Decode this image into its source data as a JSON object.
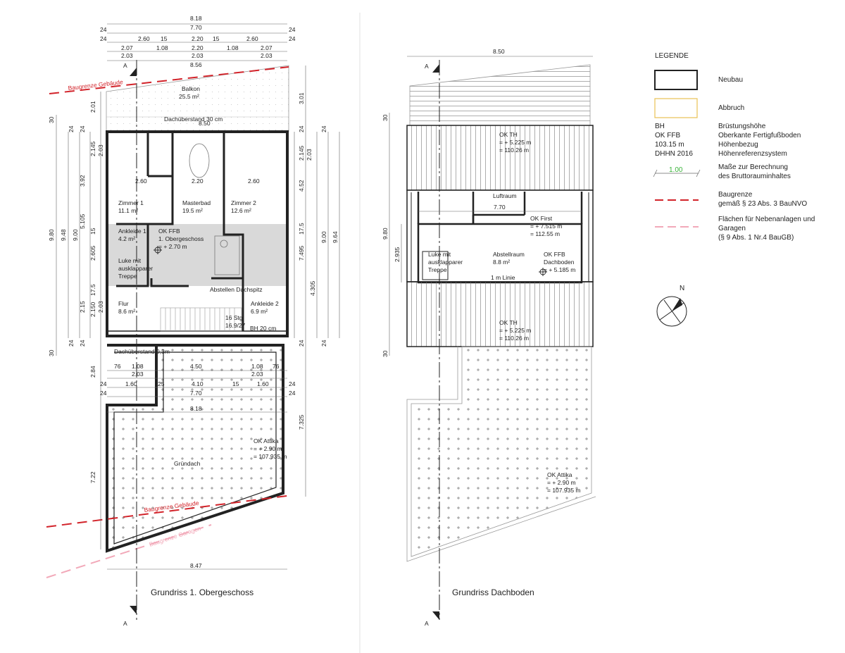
{
  "legend": {
    "title": "LEGENDE",
    "neubau": "Neubau",
    "abbruch": "Abbruch",
    "bh_abbr": "BH",
    "bh_text": "Brüstungshöhe",
    "okffb_abbr": "OK FFB",
    "okffb_text": "Oberkante Fertigfußboden",
    "ref_height": "103.15 m",
    "ref_height_text": "Höhenbezug",
    "dhhn": "DHHN 2016",
    "dhhn_text": "Höhenreferenzsystem",
    "bri_value": "1.00",
    "bri_text_1": "Maße zur Berechnung",
    "bri_text_2": "des Bruttorauminhaltes",
    "baugrenze_1": "Baugrenze",
    "baugrenze_2": "gemäß § 23 Abs. 3 BauNVO",
    "neben_1": "Flächen für Nebenanlagen und",
    "neben_2": "Garagen",
    "neben_3": "(§ 9 Abs. 1 Nr.4 BauGB)",
    "north": "N",
    "colors": {
      "baugrenze": "#d2232a",
      "nebenanlagen": "#f2a9b9",
      "abbruch": "#e8c254",
      "bri": "#3bb43b"
    }
  },
  "section_marker": "A",
  "plan1": {
    "title": "Grundriss 1. Obergeschoss",
    "dims_top": [
      "8.18",
      "7.70",
      "24",
      "24",
      "2.60",
      "15",
      "2.20",
      "15",
      "2.60",
      "24",
      "24",
      "2.07",
      "1.08",
      "2.20",
      "1.08",
      "2.07",
      "2.03",
      "2.03",
      "2.03",
      "8.56"
    ],
    "dims_left": [
      "2.01",
      "30",
      "24",
      "24",
      "2.145",
      "2.03",
      "3.92",
      "9.80",
      "9.48",
      "9.00",
      "5.105",
      "15",
      "2.605",
      "17.5",
      "2.15",
      "2.150",
      "2.03",
      "24",
      "24",
      "30",
      "2.84",
      "7.22"
    ],
    "dims_right": [
      "3.01",
      "24",
      "24",
      "2.145",
      "2.03",
      "4.52",
      "17.5",
      "9.00",
      "9.64",
      "7.495",
      "4.305",
      "24",
      "24",
      "7.325"
    ],
    "dims_mid": [
      "76",
      "1.08",
      "4.50",
      "1.08",
      "76",
      "2.03",
      "2.03",
      "24",
      "1.60",
      "25",
      "4.10",
      "15",
      "1.60",
      "24",
      "24",
      "7.70",
      "24",
      "8.18",
      "8.47"
    ],
    "inner_dims": [
      "8.50",
      "2.60",
      "2.20",
      "2.60"
    ],
    "rooms": {
      "balkon": "Balkon",
      "balkon_area": "25.5 m²",
      "dachueberstand": "Dachüberstand 30 cm",
      "zimmer1": "Zimmer 1",
      "zimmer1_area": "11.1 m²",
      "masterbad": "Masterbad",
      "masterbad_area": "19.5 m²",
      "zimmer2": "Zimmer 2",
      "zimmer2_area": "12.6 m²",
      "ankleide1": "Ankleide 1",
      "ankleide1_area": "4.2 m²",
      "okffb_1": "OK FFB",
      "okffb_2": "1. Obergeschoss",
      "okffb_3": "= + 2.70 m",
      "luke_1": "Luke mit",
      "luke_2": "ausklapparer",
      "luke_3": "Treppe",
      "abstellen": "Abstellen Dachspitz",
      "flur": "Flur",
      "flur_area": "8.6 m²",
      "ankleide2": "Ankleide 2",
      "ankleide2_area": "6.9 m²",
      "stairs_1": "16 Stg.",
      "stairs_2": "16.9/27",
      "bh": "BH 20 cm",
      "dachueberstand2": "Dachüberstand 0,3m",
      "gruendach": "Gründach",
      "attika_1": "OK Attika",
      "attika_2": "= + 2.90 m",
      "attika_3": "= 107.935 m",
      "baugrenze_top": "Baugrenze Gebäude",
      "baugrenze_bottom": "Baugrenze Gebäude",
      "baugrenze_garagen": "Baugrenze Garagen"
    }
  },
  "plan2": {
    "title": "Grundriss Dachboden",
    "dims": [
      "8.50",
      "30",
      "9.80",
      "2.935",
      "30",
      "7.70"
    ],
    "rooms": {
      "okth_top_1": "OK TH",
      "okth_top_2": "= + 5.225 m",
      "okth_top_3": "= 110.26 m",
      "luftraum": "Luftraum",
      "okfirst_1": "OK First",
      "okfirst_2": "= + 7.515 m",
      "okfirst_3": "= 112.55 m",
      "luke_1": "Luke mit",
      "luke_2": "ausklapparer",
      "luke_3": "Treppe",
      "abstellraum": "Abstellraum",
      "abstellraum_area": "8.8 m²",
      "okffb_1": "OK FFB",
      "okffb_2": "Dachboden",
      "okffb_3": "= + 5.185 m",
      "linie": "1 m Linie",
      "okth_bot_1": "OK TH",
      "okth_bot_2": "= + 5.225 m",
      "okth_bot_3": "= 110.26 m",
      "attika_1": "OK Attika",
      "attika_2": "= + 2.90 m",
      "attika_3": "= 107.935 m"
    }
  }
}
